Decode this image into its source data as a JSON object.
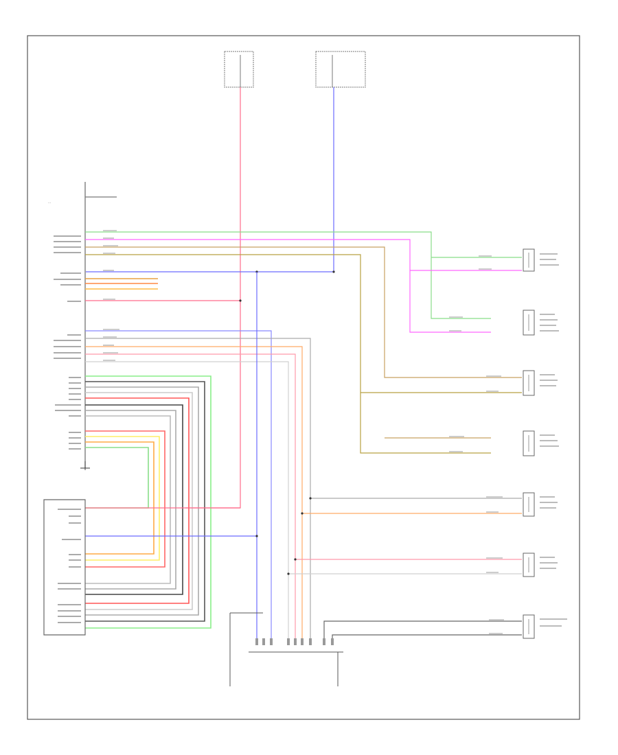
{
  "diagram": {
    "footer_code": "",
    "fuse_left": {
      "title": "",
      "label": "",
      "desc": ""
    },
    "fuse_right": {
      "title": "",
      "label": "",
      "desc": ""
    },
    "audio_unit_label": "",
    "avc_unit_label": "",
    "ground_label": "",
    "connector_label": "",
    "speakers": [
      {
        "key": "front-left-door"
      },
      {
        "key": "front-left-tweeter"
      },
      {
        "key": "front-right-door"
      },
      {
        "key": "front-right-tweeter"
      },
      {
        "key": "rear-left"
      },
      {
        "key": "rear-right"
      },
      {
        "key": "subwoofer"
      }
    ]
  }
}
